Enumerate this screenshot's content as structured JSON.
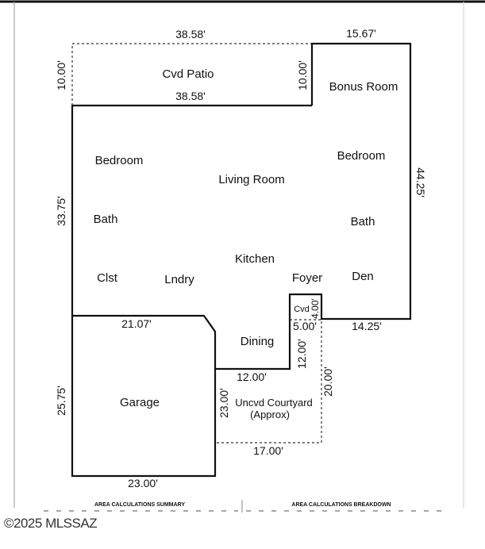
{
  "rooms": {
    "cvd_patio": "Cvd Patio",
    "bonus_room": "Bonus Room",
    "bedroom_left": "Bedroom",
    "bedroom_right": "Bedroom",
    "living_room": "Living Room",
    "bath_left": "Bath",
    "bath_right": "Bath",
    "kitchen": "Kitchen",
    "clst": "Clst",
    "lndry": "Lndry",
    "foyer": "Foyer",
    "den": "Den",
    "cvd": "Cvd",
    "dining": "Dining",
    "garage": "Garage",
    "courtyard_line1": "Uncvd Courtyard",
    "courtyard_line2": "(Approx)"
  },
  "dimensions": {
    "patio_top": "38.58'",
    "patio_bottom": "38.58'",
    "patio_left": "10.00'",
    "patio_right": "10.00'",
    "bonus_top": "15.67'",
    "house_left": "33.75'",
    "house_right": "44.25'",
    "cvd_width": "5.00'",
    "cvd_height": "4.00'",
    "den_bottom": "14.25'",
    "garage_top": "21.07'",
    "garage_left": "25.75'",
    "garage_bottom": "23.00'",
    "garage_right": "23.00'",
    "dining_bottom": "12.00'",
    "dining_right": "12.00'",
    "courtyard_right": "20.00'",
    "courtyard_bottom": "17.00'"
  },
  "summary": {
    "left_title": "AREA CALCULATIONS SUMMARY",
    "right_title": "AREA CALCULATIONS BREAKDOWN"
  },
  "copyright": "©2025 MLSSAZ"
}
